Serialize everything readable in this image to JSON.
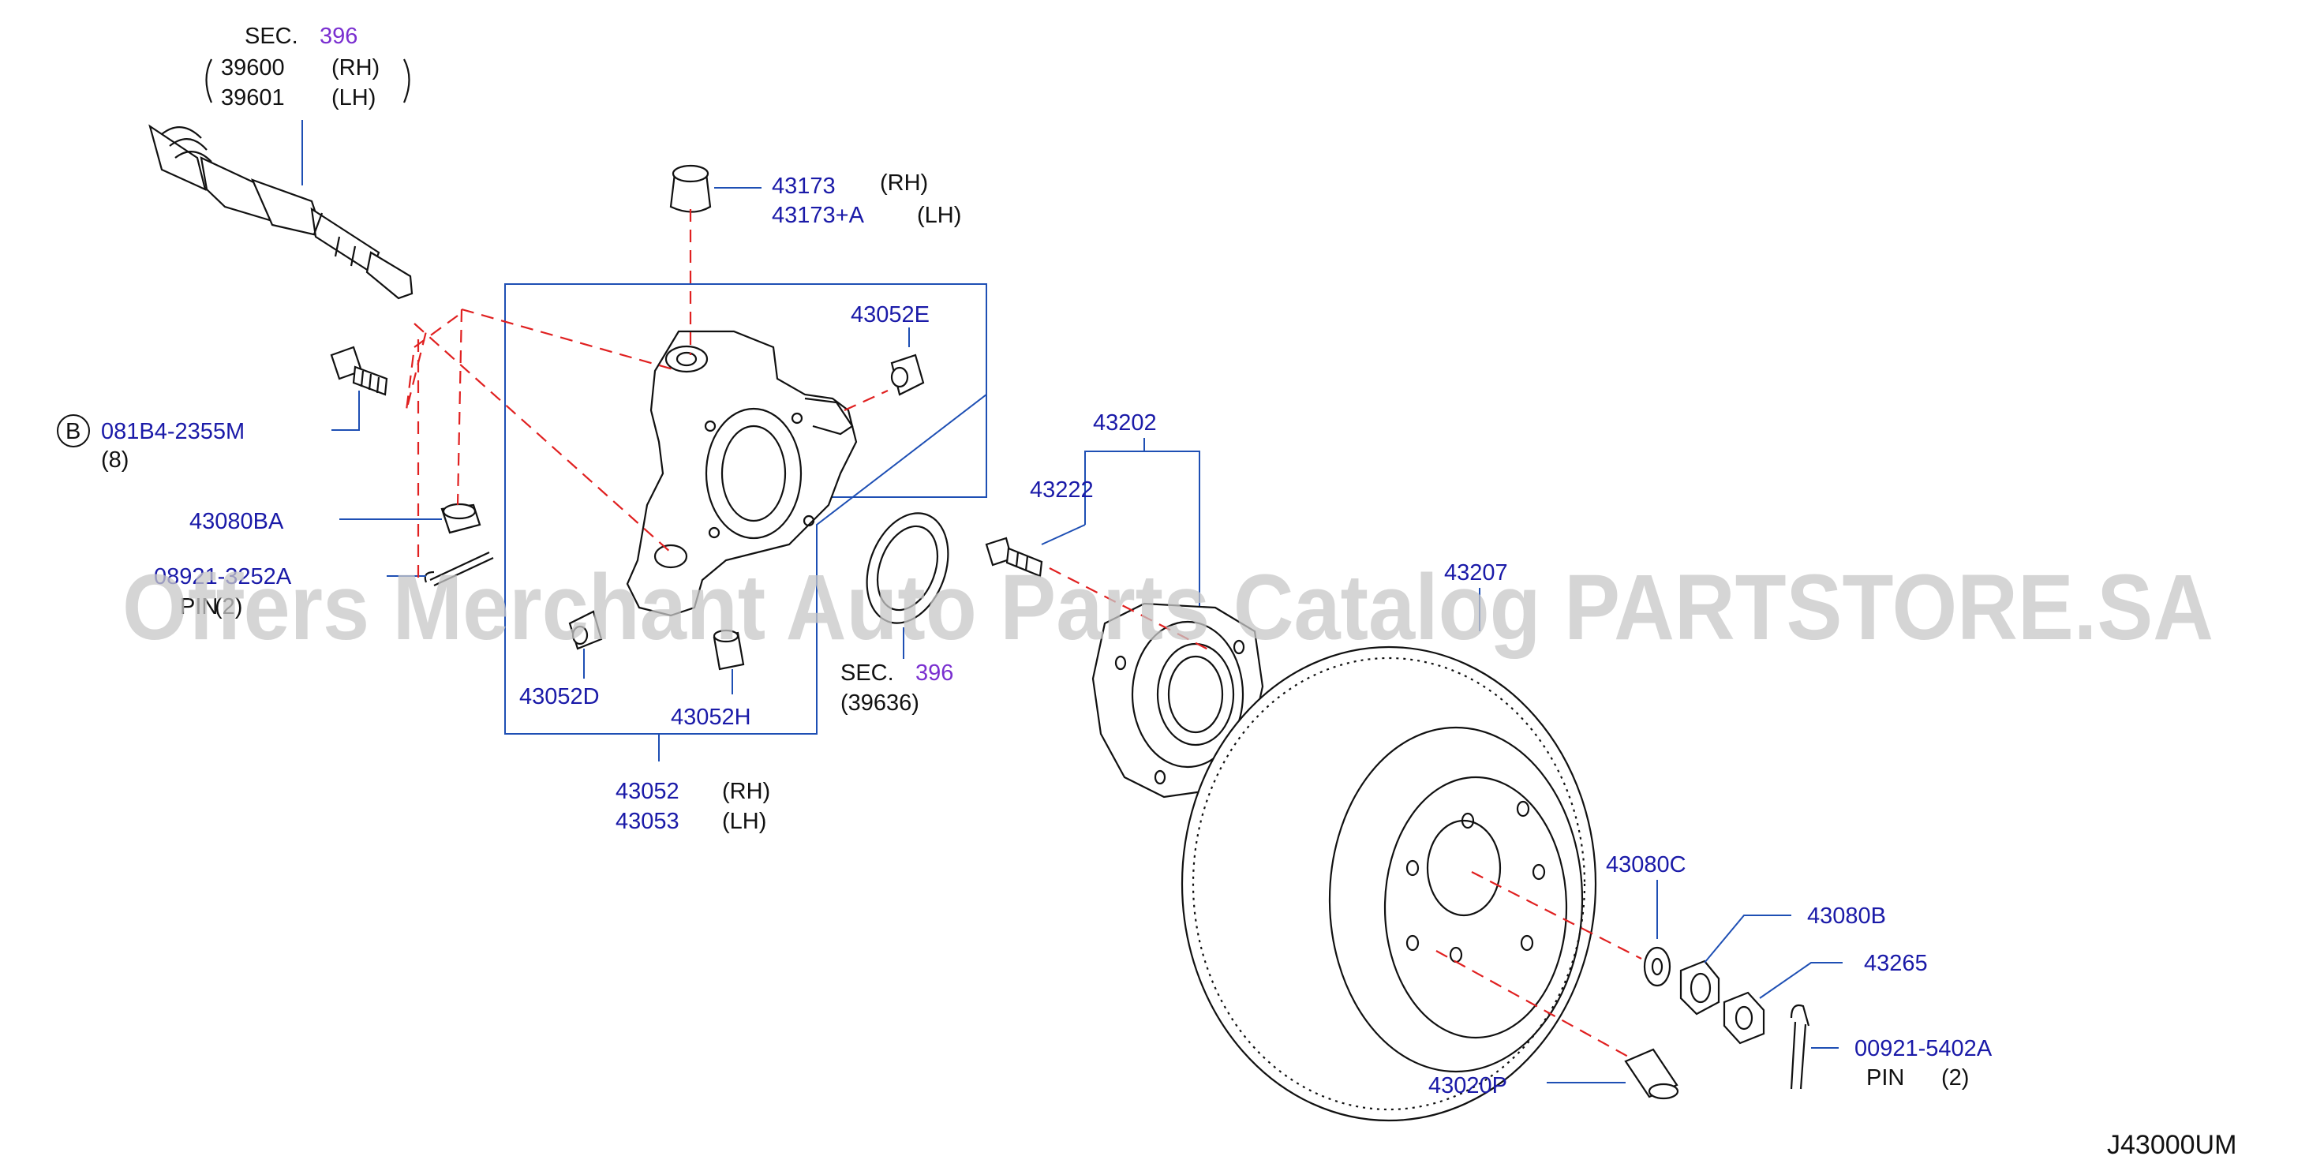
{
  "diagram": {
    "code": "J43000UM",
    "watermark": "Offers Merchant Auto Parts Catalog PARTSTORE.SA",
    "labels": {
      "sec_top": "SEC.",
      "sec_top_num": "396",
      "p39600": "39600",
      "p39600_side": "(RH)",
      "p39601": "39601",
      "p39601_side": "(LH)",
      "p43173": "43173",
      "p43173_side": "(RH)",
      "p43173a": "43173+A",
      "p43173a_side": "(LH)",
      "p43052e": "43052E",
      "bolt_badge": "B",
      "bolt_part": "081B4-2355M",
      "bolt_qty": "(8)",
      "p43080ba": "43080BA",
      "pin_left": "08921-3252A",
      "pin_left_label": "PIN",
      "pin_left_qty": "(2)",
      "p43052d": "43052D",
      "p43052h": "43052H",
      "sec_mid": "SEC.",
      "sec_mid_num": "396",
      "sec_mid_part": "(39636)",
      "p43052": "43052",
      "p43052_side": "(RH)",
      "p43053": "43053",
      "p43053_side": "(LH)",
      "p43202": "43202",
      "p43222": "43222",
      "p43207": "43207",
      "p43080c": "43080C",
      "p43080b": "43080B",
      "p43265": "43265",
      "pin_right": "00921-5402A",
      "pin_right_label": "PIN",
      "pin_right_qty": "(2)",
      "p43020p": "43020P"
    }
  }
}
